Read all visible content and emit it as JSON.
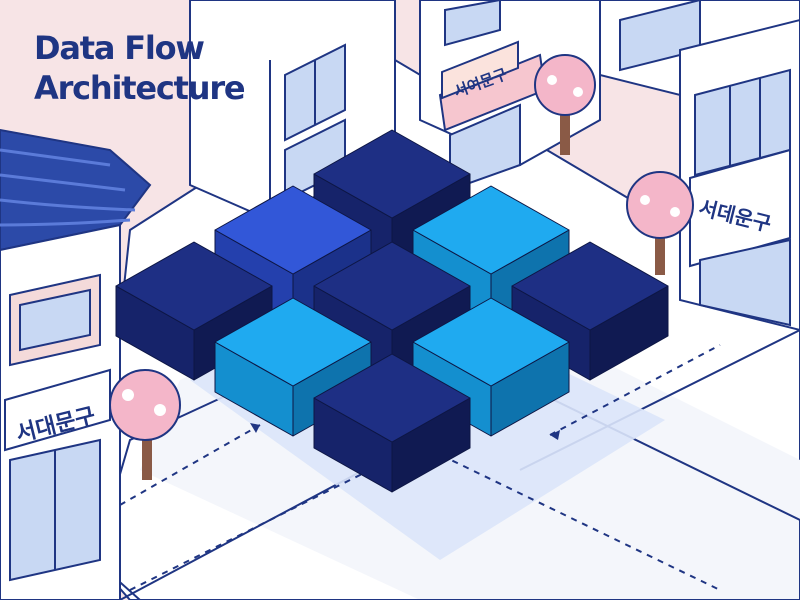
{
  "title": {
    "line1": "Data Flow",
    "line2": "Architecture"
  },
  "signs": {
    "left_building": "서대문구",
    "top_shop": "서여문구",
    "right_building": "서데운구"
  },
  "diagram": {
    "grid_cells": [
      {
        "row": 0,
        "col": 0,
        "shade": "navy"
      },
      {
        "row": 0,
        "col": 1,
        "shade": "cyan"
      },
      {
        "row": 0,
        "col": 2,
        "shade": "navy"
      },
      {
        "row": 1,
        "col": 0,
        "shade": "royal"
      },
      {
        "row": 1,
        "col": 1,
        "shade": "navy"
      },
      {
        "row": 1,
        "col": 2,
        "shade": "cyan"
      },
      {
        "row": 2,
        "col": 0,
        "shade": "navy"
      },
      {
        "row": 2,
        "col": 1,
        "shade": "cyan"
      },
      {
        "row": 2,
        "col": 2,
        "shade": "navy"
      }
    ],
    "colors": {
      "navy": [
        "#1e2f84",
        "#16236a",
        "#101a52"
      ],
      "royal": [
        "#3257d8",
        "#2440ad",
        "#1b318a"
      ],
      "cyan": [
        "#1faaf0",
        "#148fcf",
        "#0e73ad"
      ]
    }
  },
  "palette": {
    "background": "#f7e4e6",
    "outline": "#1f3583",
    "wall": "#ffffff",
    "window": "#c8d8f3",
    "roof": "#2c4aa8",
    "blossom": "#f4b6c9",
    "trunk": "#8a5a46"
  }
}
